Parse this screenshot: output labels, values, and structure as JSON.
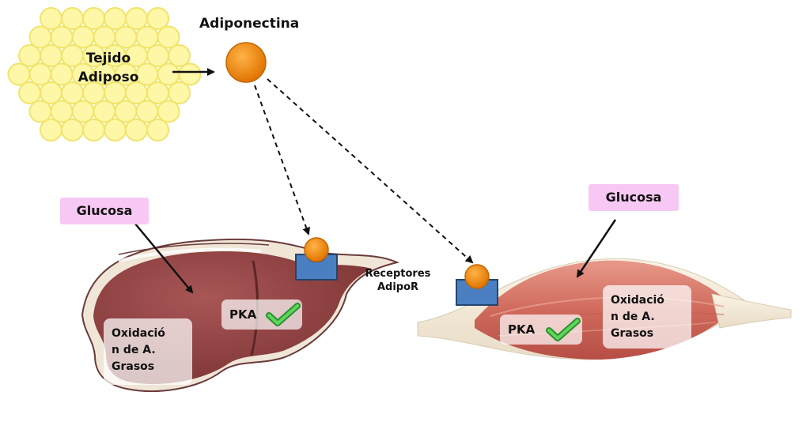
{
  "tissue": {
    "label": "Tejido\nAdiposo"
  },
  "hormone": {
    "label": "Adiponectina"
  },
  "receptor": {
    "label": "Receptores\nAdipoR"
  },
  "liver": {
    "glucose_label": "Glucosa",
    "pka_label": "PKA",
    "oxidation_label": "Oxidació\nn de A.\nGrasos"
  },
  "muscle": {
    "glucose_label": "Glucosa",
    "pka_label": "PKA",
    "oxidation_label": "Oxidació\nn de A.\nGrasos"
  },
  "colors": {
    "fat_cell": "#fff7a8",
    "fat_cell_border": "#f0e46a",
    "adiponectin": "#f7941d",
    "receptor": "#4a7fc1",
    "liver": "#8f3f3f",
    "muscle": "#d46a5e",
    "glucose_tag": "#f8c8f4",
    "check": "#3cb93c"
  },
  "icons": [
    "check-icon"
  ]
}
